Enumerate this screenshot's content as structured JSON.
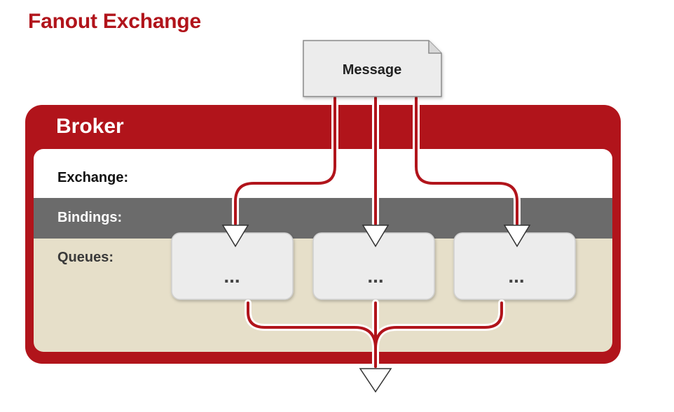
{
  "title": "Fanout Exchange",
  "message": {
    "label": "Message"
  },
  "broker": {
    "label": "Broker",
    "rows": {
      "exchange": "Exchange:",
      "bindings": "Bindings:",
      "queues": "Queues:"
    }
  },
  "queues": [
    {
      "label": "..."
    },
    {
      "label": "..."
    },
    {
      "label": "..."
    }
  ],
  "colors": {
    "brand_red": "#b1141b",
    "bindings_band": "#6b6b6b",
    "queues_band": "#e6dfc9",
    "queue_box": "#ececec"
  }
}
